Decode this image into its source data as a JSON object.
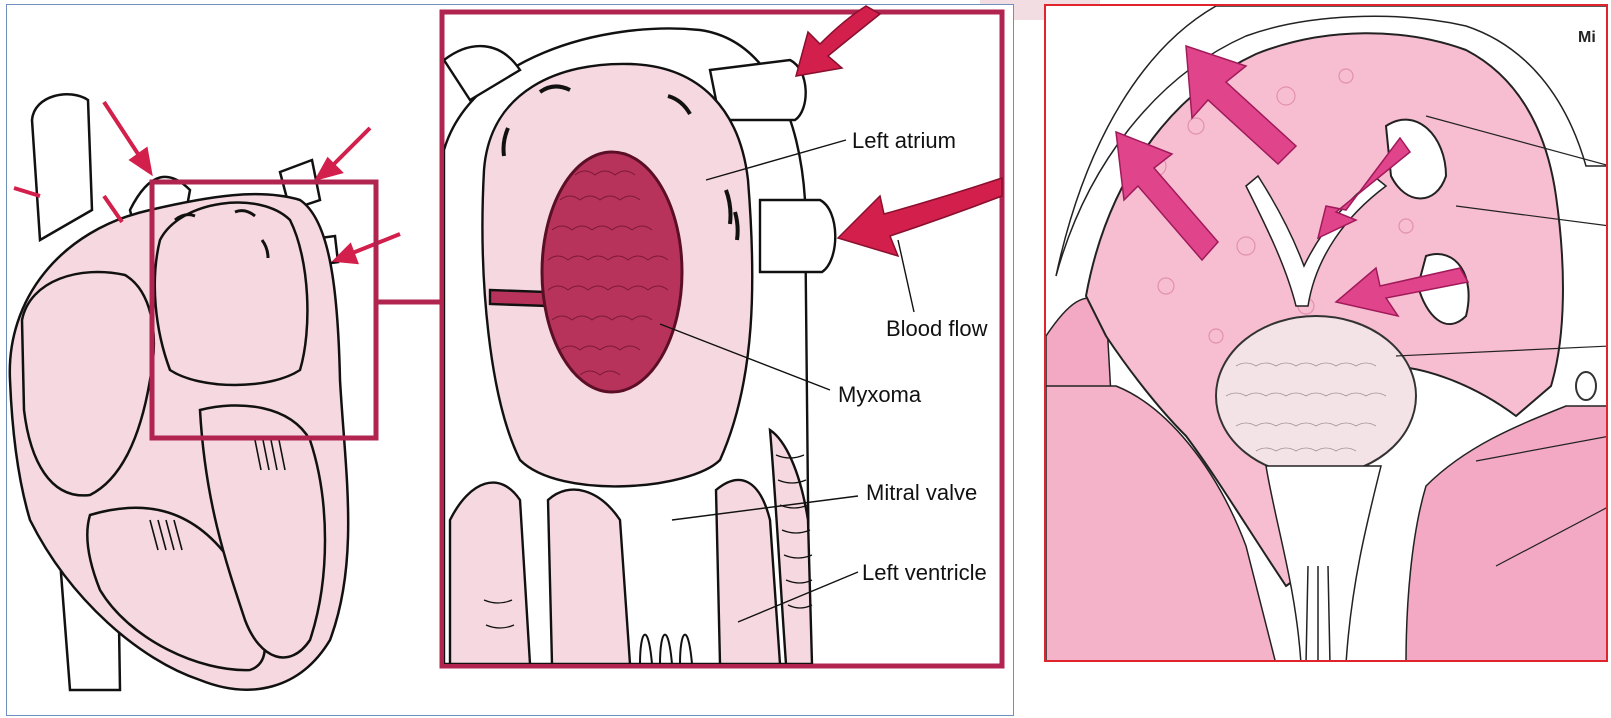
{
  "labels": {
    "left_atrium": "Left atrium",
    "blood_flow": "Blood flow",
    "myxoma": "Myxoma",
    "mitral_valve": "Mitral valve",
    "left_ventricle": "Left ventricle"
  },
  "right_panel": {
    "corner_text": "Mi"
  },
  "colors": {
    "tissue_pink": "#f6d9e0",
    "tumor": "#b8335c",
    "arrow_red": "#d21f4b",
    "box_crimson": "#b0244f",
    "right_pink": "#f3a9c3",
    "right_arrow": "#e0458c",
    "right_border": "#e0242c"
  }
}
